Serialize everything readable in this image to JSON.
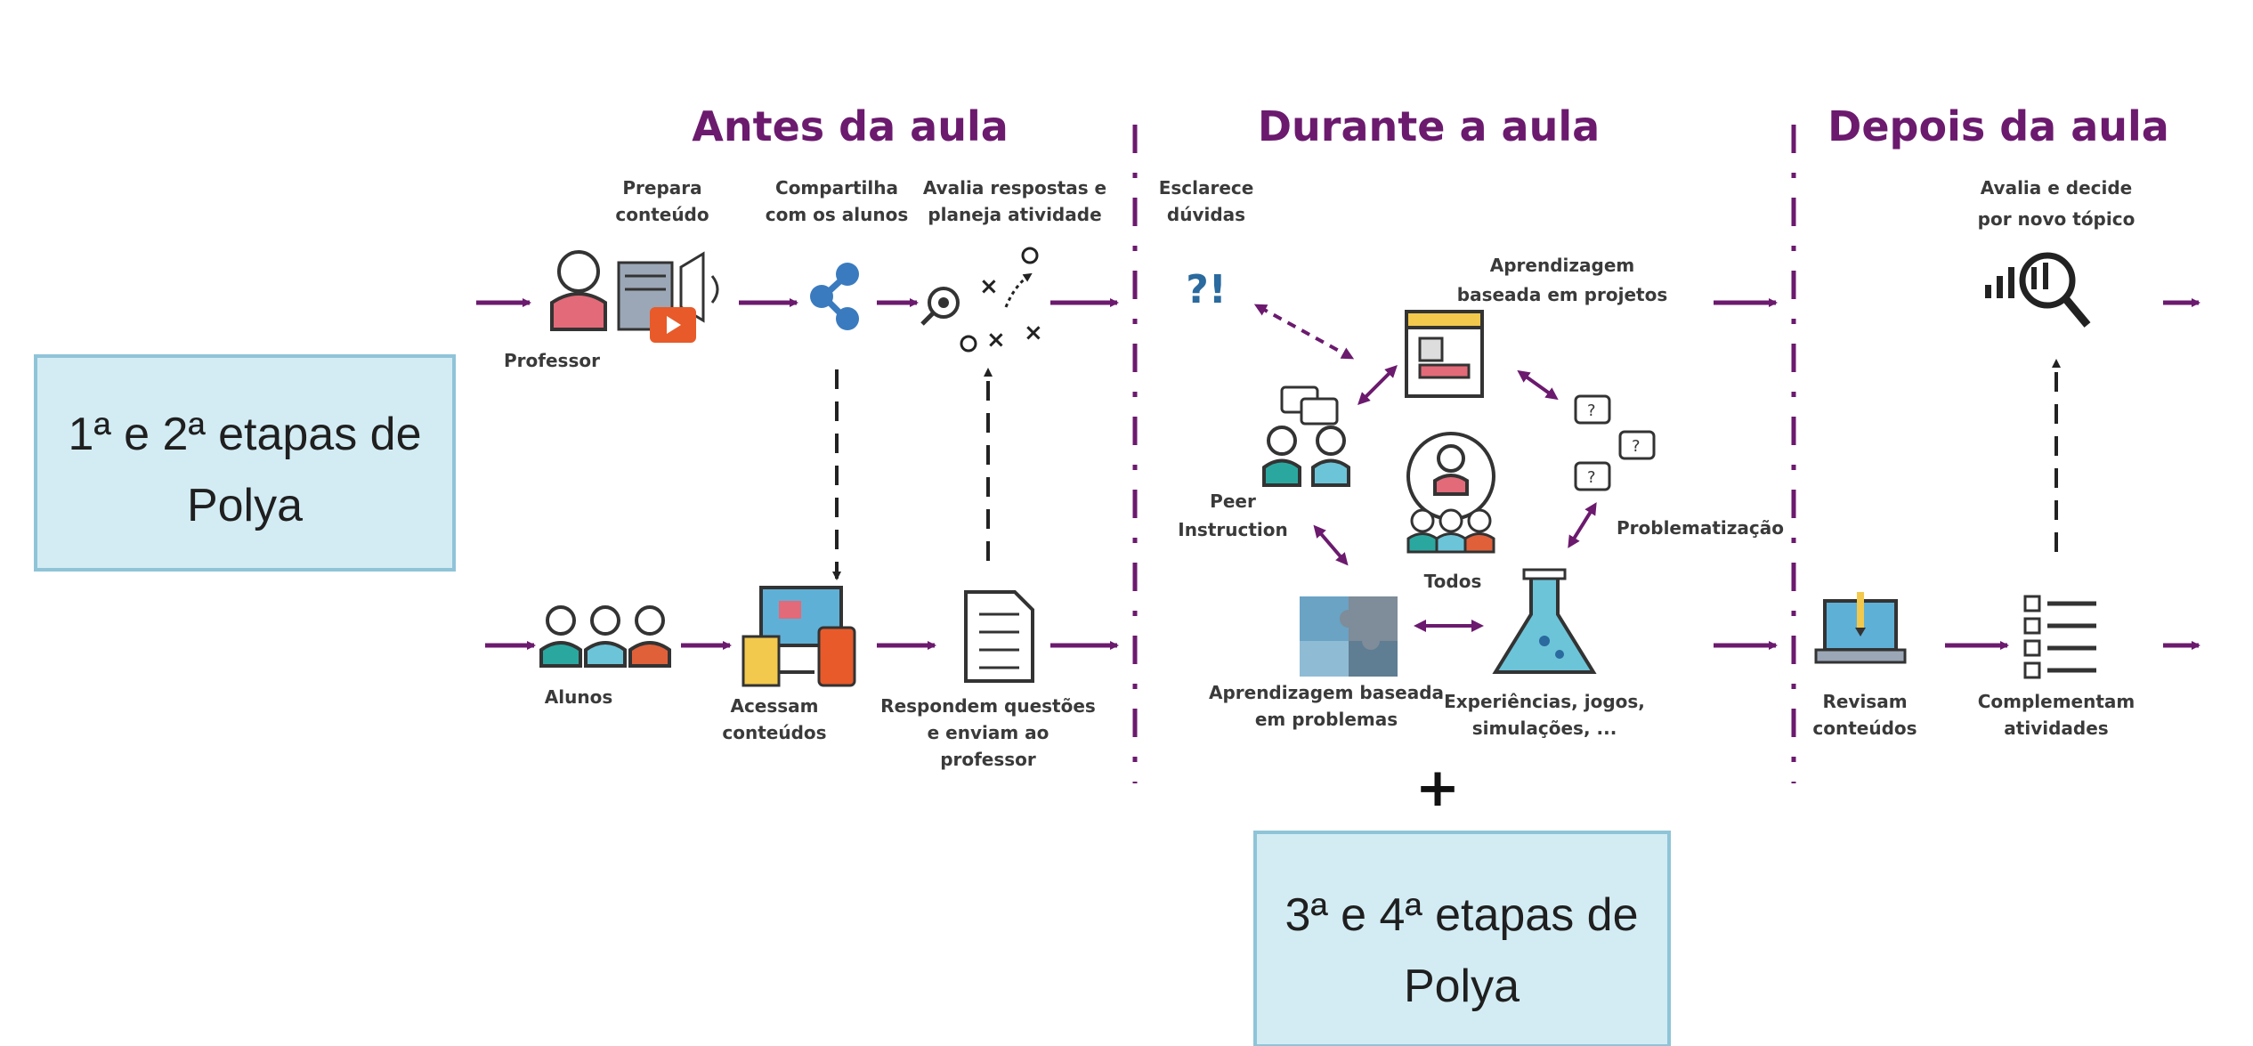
{
  "headers": {
    "before": "Antes da aula",
    "during": "Durante a aula",
    "after": "Depois da aula"
  },
  "boxes": {
    "left_line1": "1ª e 2ª etapas de",
    "left_line2": "Polya",
    "right_line1": "3ª e 4ª etapas de",
    "right_line2": "Polya",
    "plus": "+"
  },
  "before": {
    "prepara_1": "Prepara",
    "prepara_2": "conteúdo",
    "compartilha_1": "Compartilha",
    "compartilha_2": "com os alunos",
    "avalia_1": "Avalia respostas e",
    "avalia_2": "planeja atividade",
    "professor": "Professor",
    "alunos": "Alunos",
    "acessam_1": "Acessam",
    "acessam_2": "conteúdos",
    "respondem_1": "Respondem questões",
    "respondem_2": "e enviam ao",
    "respondem_3": "professor"
  },
  "during": {
    "esclarece_1": "Esclarece",
    "esclarece_2": "dúvidas",
    "qmark": "?!",
    "projetos_1": "Aprendizagem",
    "projetos_2": "baseada em projetos",
    "peer_1": "Peer",
    "peer_2": "Instruction",
    "todos": "Todos",
    "problematizacao": "Problematização",
    "problemas_1": "Aprendizagem baseada",
    "problemas_2": "em problemas",
    "experiencias_1": "Experiências, jogos,",
    "experiencias_2": "simulações, ..."
  },
  "after": {
    "avalia_1": "Avalia e decide",
    "avalia_2": "por novo tópico",
    "revisam_1": "Revisam",
    "revisam_2": "conteúdos",
    "complementam_1": "Complementam",
    "complementam_2": "atividades"
  },
  "colors": {
    "accent": "#6b1a6e",
    "box_fill": "#d3ecf3",
    "box_border": "#8fc4d8",
    "icon_blue": "#3a7bbf",
    "icon_teal": "#2aa8a0",
    "icon_orange": "#e0603a",
    "icon_red": "#c7373a"
  }
}
